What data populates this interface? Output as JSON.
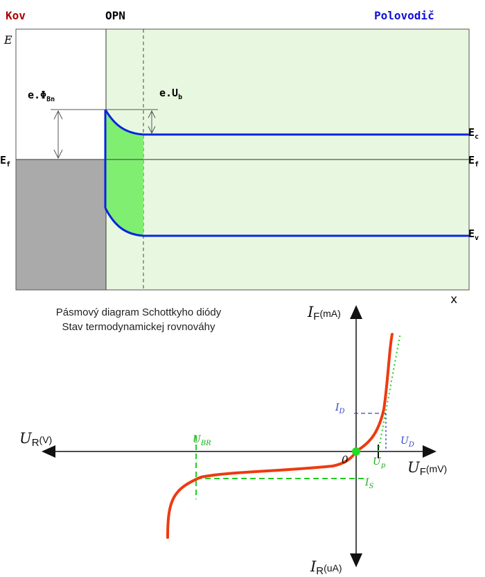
{
  "regions": {
    "metal": "Kov",
    "depletion": "OPN",
    "semiconductor": "Polovodič"
  },
  "colors": {
    "metal": "#b00000",
    "depletion": "#000000",
    "semiconductor": "#1010d8",
    "band_line": "#0a24e0",
    "metal_fill": "#aaaaaa",
    "semi_fill": "#e8f8e0",
    "depletion_fill": "#80ee70",
    "iv_curve": "#ee3a10",
    "guide_green": "#22cc22",
    "guide_blue": "#3344cc"
  },
  "band": {
    "energy_axis": "E",
    "x_axis": "x",
    "barrier_main": "e.Φ",
    "barrier_sub": "Bn",
    "builtin_main": "e.U",
    "builtin_sub": "b",
    "ec_main": "E",
    "ec_sub": "c",
    "ef_main": "E",
    "ef_sub": "f",
    "ev_main": "E",
    "ev_sub": "v"
  },
  "caption": {
    "line1": "Pásmový diagram Schottkyho diódy",
    "line2": "Stav termodynamickej rovnováhy"
  },
  "iv": {
    "if_main": "I",
    "if_sub": "F",
    "if_unit": "(mA)",
    "ir_main": "I",
    "ir_sub": "R",
    "ir_unit": "(uA)",
    "uf_main": "U",
    "uf_sub": "F",
    "uf_unit": "(mV)",
    "ur_main": "U",
    "ur_sub": "R",
    "ur_unit": "(V)",
    "origin": "0",
    "ubr": "U",
    "ubr_sub": "BR",
    "is": "I",
    "is_sub": "S",
    "id": "I",
    "id_sub": "D",
    "ud": "U",
    "ud_sub": "D",
    "up": "U",
    "up_sub": "p"
  }
}
